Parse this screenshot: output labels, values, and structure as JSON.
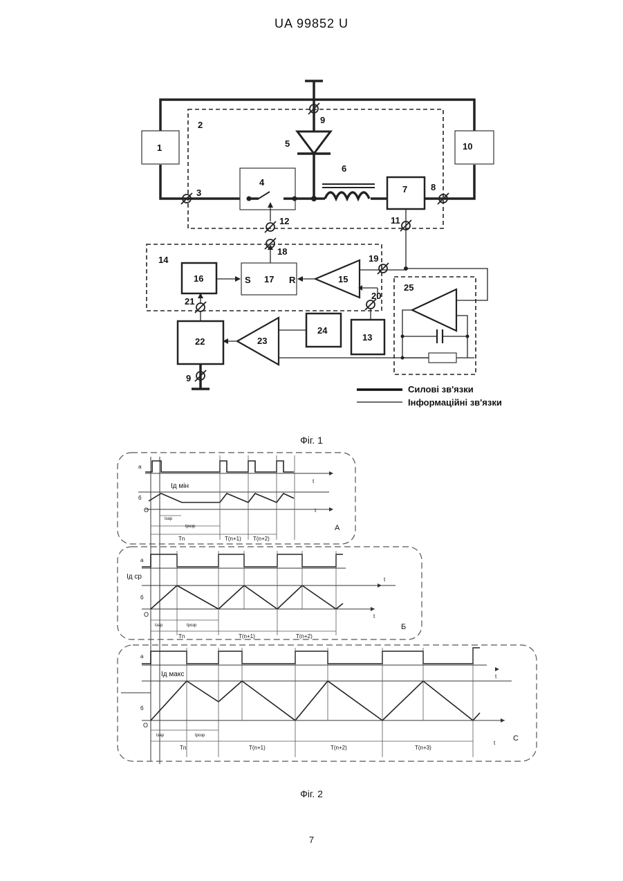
{
  "header": {
    "text": "UA   99852   U"
  },
  "figure1": {
    "caption": "Фіг. 1",
    "labels": {
      "n1": "1",
      "n2": "2",
      "n3": "3",
      "n4": "4",
      "n5": "5",
      "n6": "6",
      "n7": "7",
      "n8": "8",
      "n9": "9",
      "n9b": "9",
      "n10": "10",
      "n11": "11",
      "n12": "12",
      "n13": "13",
      "n14": "14",
      "n15": "15",
      "n16": "16",
      "n17": "17",
      "n18": "18",
      "n19": "19",
      "n20": "20",
      "n21": "21",
      "n22": "22",
      "n23": "23",
      "n24": "24",
      "n25": "25",
      "s": "S",
      "r": "R"
    },
    "legend": {
      "power": "Силові зв'язки",
      "info": "Інформаційні зв'язки"
    }
  },
  "figure2": {
    "caption": "Фіг. 2",
    "panelA": {
      "letter": "A",
      "trace_a": "а",
      "trace_b": "б",
      "origin": "О",
      "t1": "t",
      "t2": "t",
      "level": "Iд мін",
      "t_zar": "tзар",
      "t_rozr": "tрозр",
      "periods": [
        "Tn",
        "T(n+1)",
        "T(n+2)"
      ]
    },
    "panelB": {
      "letter": "Б",
      "trace_a": "а",
      "trace_b": "б",
      "origin": "О",
      "t1": "t",
      "t2": "t",
      "level": "Iд ср",
      "t_zar": "tзар",
      "t_rozr": "tрозр",
      "periods": [
        "Tn",
        "T(n+1)",
        "T(n+2)"
      ]
    },
    "panelC": {
      "letter": "С",
      "trace_a": "а",
      "trace_b": "б",
      "origin": "О",
      "t1": "t",
      "t2": "t",
      "level": "Iд макс",
      "t_zar": "tзар",
      "t_rozr": "tрозр",
      "periods": [
        "Tn",
        "T(n+1)",
        "T(n+2)",
        "T(n+3)"
      ]
    }
  },
  "page": {
    "number": "7"
  }
}
